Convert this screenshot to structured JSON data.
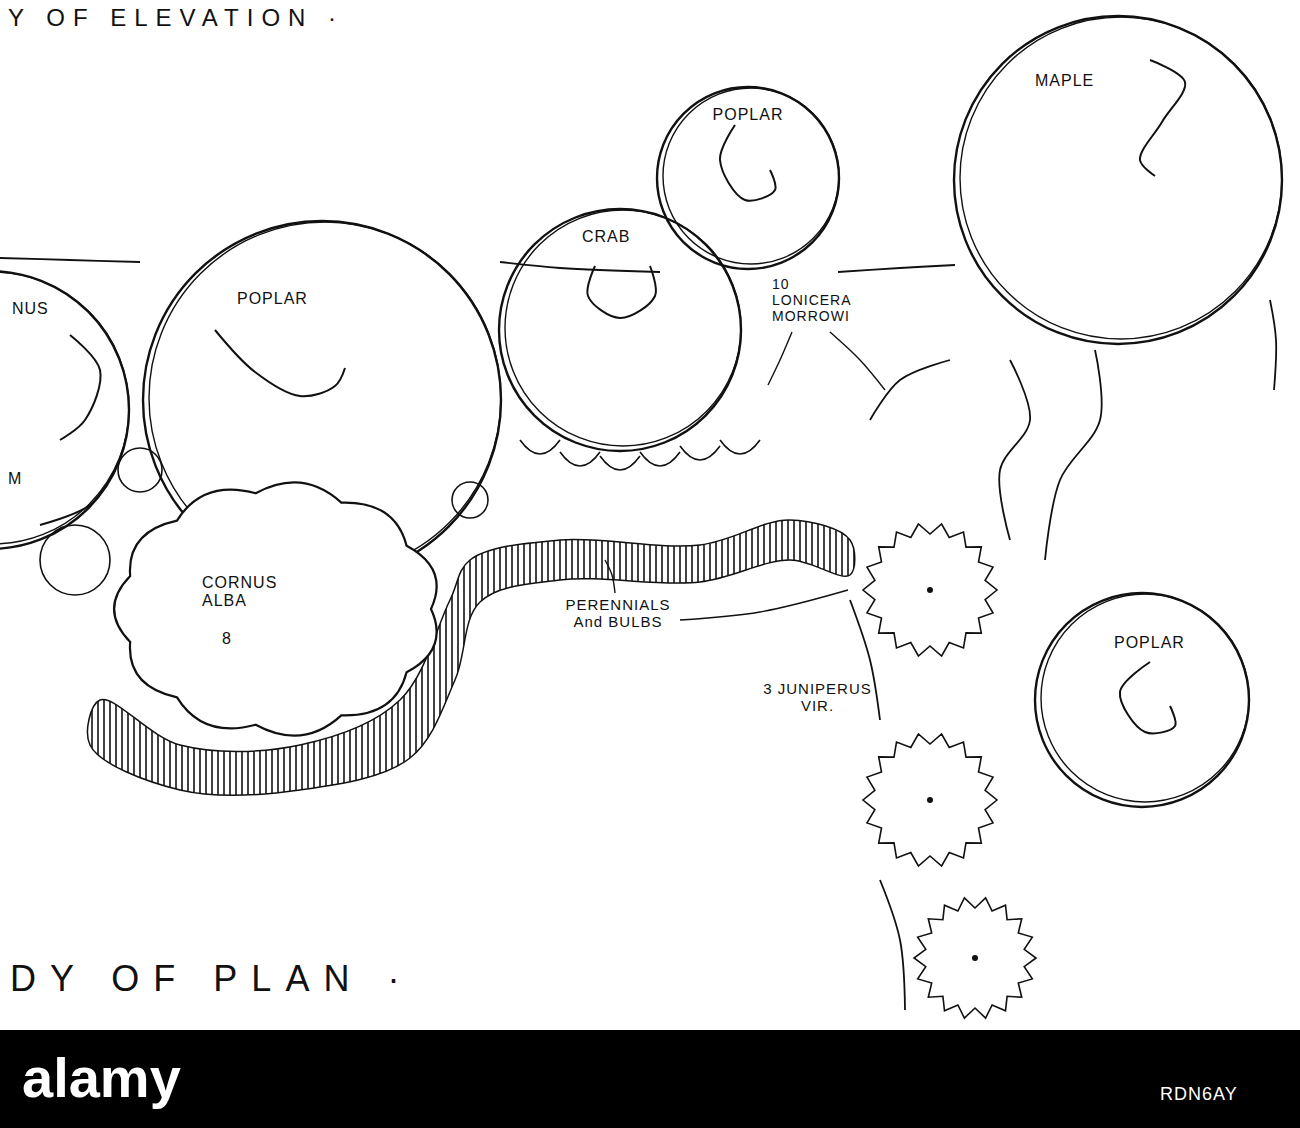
{
  "diagram": {
    "nodes": [
      {
        "text": [
          "NUS",
          "M"
        ]
      },
      {
        "text": [
          "POPLAR"
        ]
      },
      {
        "text": [
          "POPLAR"
        ]
      },
      {
        "text": [
          "MAPLE"
        ]
      },
      {
        "text": [
          "CRAB"
        ]
      },
      {
        "text": [
          "CORNUS ALBA",
          "8"
        ]
      },
      {
        "text": [
          "POPLAR"
        ]
      }
    ],
    "labels": [
      "Y OF ELEVATION ·",
      "10 LONICERA MORROWI",
      "PERENNIALS And BULBS",
      "3 JUNIPERUS VIR.",
      "DY OF PLAN ·",
      "alamy",
      "RDN6AY"
    ]
  }
}
